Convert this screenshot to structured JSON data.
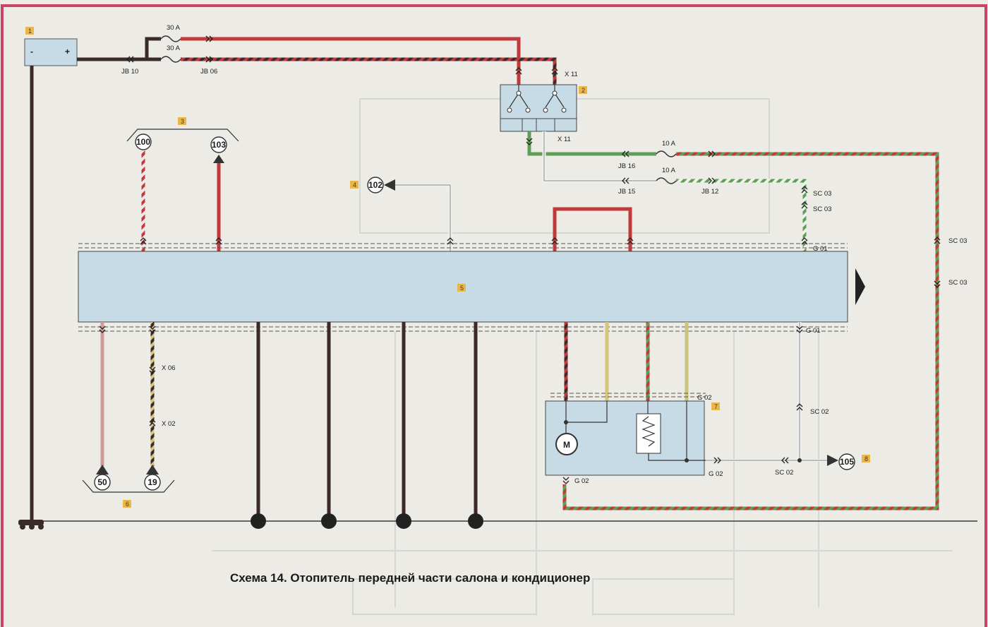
{
  "title": "Схема 14. Отопитель передней части салона и кондиционер",
  "tags": [
    "1",
    "2",
    "3",
    "4",
    "5",
    "6",
    "7",
    "8"
  ],
  "battery": {
    "minus": "-",
    "plus": "+"
  },
  "fuses": {
    "f30a_top": "30 A",
    "f30a_bottom": "30 A",
    "f10a_top": "10 A",
    "f10a_bottom": "10 A"
  },
  "connectors": {
    "jb10": "JB 10",
    "jb06": "JB 06",
    "x11_top": "X 11",
    "x11_bottom": "X 11",
    "jb16": "JB 16",
    "jb15": "JB 15",
    "jb12": "JB 12",
    "sc03_a": "SC 03",
    "sc03_b": "SC 03",
    "sc03_c": "SC 03",
    "sc03_d": "SC 03",
    "g01_top": "G 01",
    "g01_bottom": "G 01",
    "x06": "X 06",
    "x02": "X 02",
    "g02_top": "G 02",
    "g02_bottom": "G 02",
    "g02_side": "G 02",
    "sc02_a": "SC 02",
    "sc02_b": "SC 02"
  },
  "refs": {
    "r100": "100",
    "r103": "103",
    "r102": "102",
    "r50": "50",
    "r19": "19",
    "r105": "105"
  },
  "motor": "M",
  "colors": {
    "red": "#c0393b",
    "black": "#3a2a2a",
    "green": "#5f9e56",
    "yellow": "#d8c47a",
    "blue_box": "#c7dbe6",
    "border": "#c8446a",
    "tag_bg": "#e8b64a"
  }
}
